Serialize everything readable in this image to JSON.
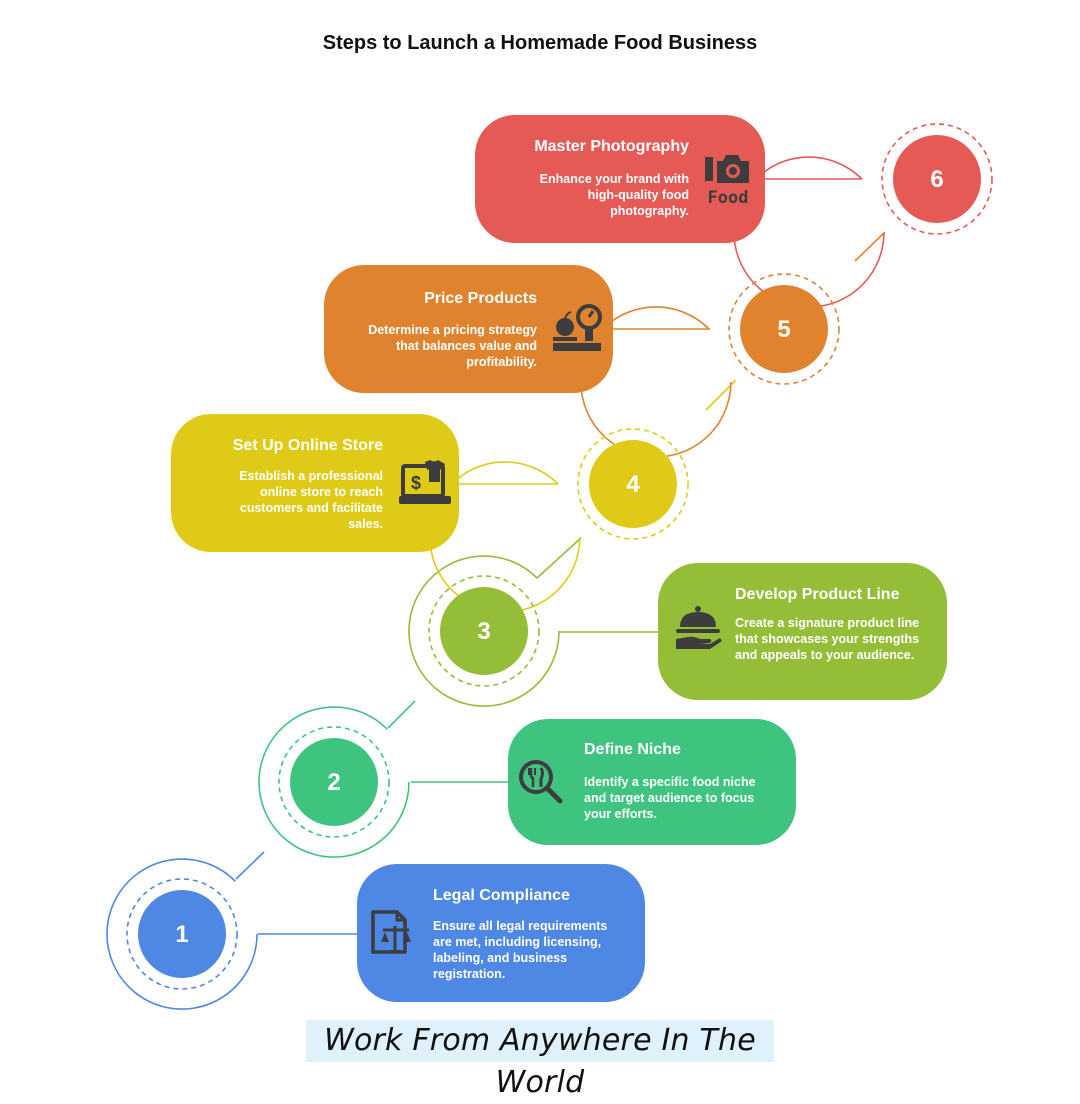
{
  "title": "Steps to Launch a Homemade Food Business",
  "steps": [
    {
      "number": "1",
      "title": "Legal Compliance",
      "description": "Ensure all legal requirements are met, including licensing, labeling, and business registration.",
      "color": "#4f87e5",
      "icon": "legal-document-scale-icon"
    },
    {
      "number": "2",
      "title": "Define Niche",
      "description": "Identify a specific food niche and target audience to focus your efforts.",
      "color": "#3ec47f",
      "icon": "magnifier-fork-knife-icon"
    },
    {
      "number": "3",
      "title": "Develop Product Line",
      "description": "Create a signature product line that showcases your strengths and appeals to your audience.",
      "color": "#94bd38",
      "icon": "serving-cloche-hand-icon"
    },
    {
      "number": "4",
      "title": "Set Up Online Store",
      "description": "Establish a professional online store to reach customers and facilitate sales.",
      "color": "#dfcb17",
      "icon": "laptop-shop-icon"
    },
    {
      "number": "5",
      "title": "Price Products",
      "description": "Determine a pricing strategy that balances value and profitability.",
      "color": "#e0832e",
      "icon": "food-scale-icon"
    },
    {
      "number": "6",
      "title": "Master Photography",
      "description": "Enhance your brand with high-quality food photography.",
      "color": "#e55a55",
      "icon": "camera-food-icon"
    }
  ],
  "footer": "Work From Anywhere In The World"
}
